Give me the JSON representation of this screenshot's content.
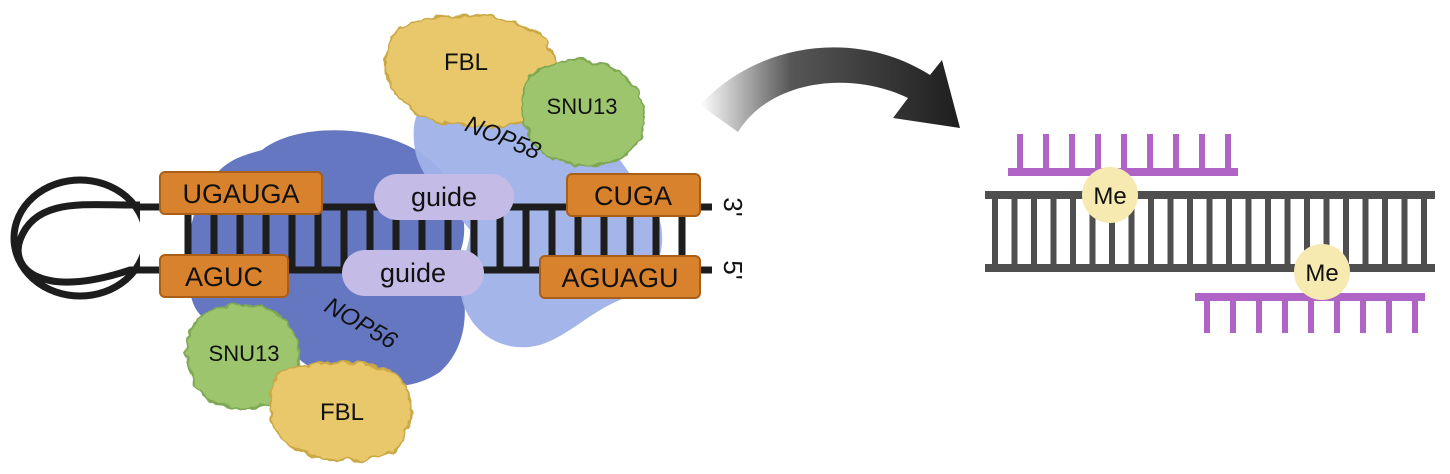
{
  "colors": {
    "background": "#ffffff",
    "rna_strand": "#1d1d1d",
    "target_rna": "#4f4f4f",
    "box_orange": "#d8822d",
    "box_orange_edge": "#a95f17",
    "guide_pill": "#c4bce6",
    "nop56": "#5d70bd",
    "nop58": "#9fb2e8",
    "fbl": "#e8c86b",
    "snu13": "#9cc56e",
    "snorna_comb": "#b064c6",
    "methyl": "#f6eab0",
    "arrow": "#1e1e1e"
  },
  "complex": {
    "boxes": {
      "top_left": "UGAUGA",
      "top_right": "CUGA",
      "bottom_left": "AGUC",
      "bottom_right": "AGUAGU"
    },
    "guides": {
      "top": "guide",
      "bottom": "guide"
    },
    "ends": {
      "three_prime": "3'",
      "five_prime": "5'"
    },
    "proteins": {
      "fbl_top": "FBL",
      "snu13_top": "SNU13",
      "nop58": "NOP58",
      "nop56": "NOP56",
      "snu13_bottom": "SNU13",
      "fbl_bottom": "FBL"
    }
  },
  "target": {
    "methyl_top": "Me",
    "methyl_bottom": "Me"
  }
}
